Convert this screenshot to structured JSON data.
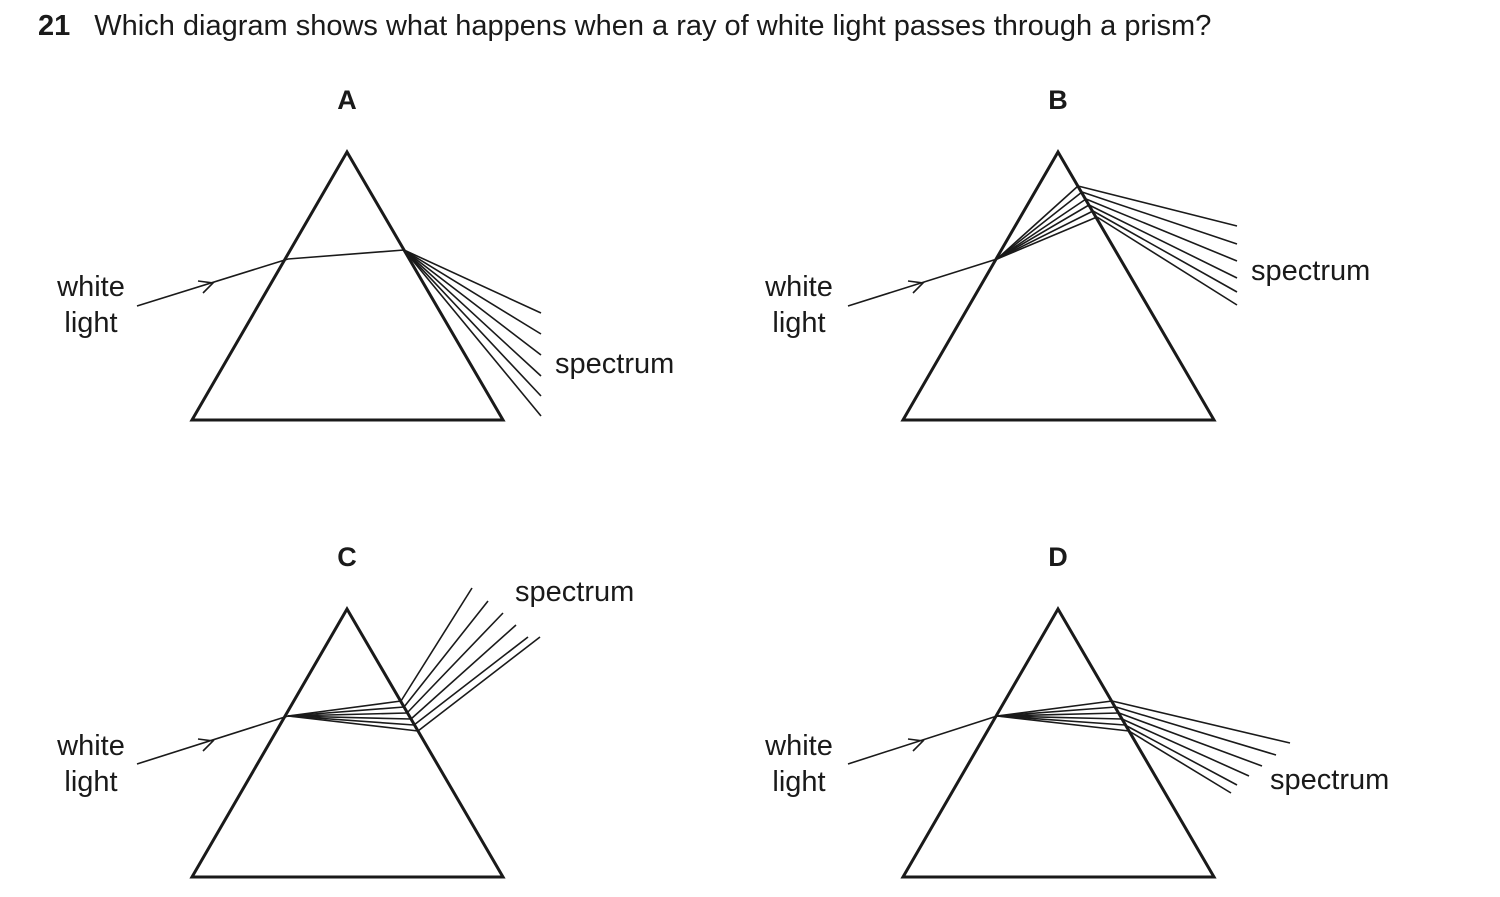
{
  "question": {
    "number": "21",
    "text": "Which diagram shows what happens when a ray of white light passes through a prism?"
  },
  "options": [
    {
      "letter": "A",
      "incident_label": [
        "white",
        "light"
      ],
      "spectrum_label": "spectrum"
    },
    {
      "letter": "B",
      "incident_label": [
        "white",
        "light"
      ],
      "spectrum_label": "spectrum"
    },
    {
      "letter": "C",
      "incident_label": [
        "white",
        "light"
      ],
      "spectrum_label": "spectrum"
    },
    {
      "letter": "D",
      "incident_label": [
        "white",
        "light"
      ],
      "spectrum_label": "spectrum"
    }
  ]
}
